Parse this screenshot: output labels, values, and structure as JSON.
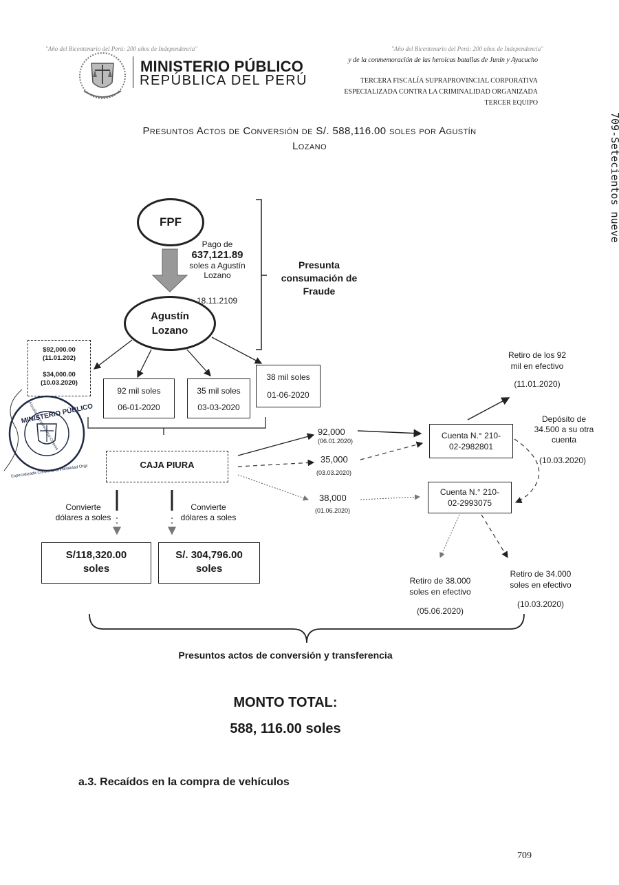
{
  "header": {
    "left_faint_line": "\"Año del Bicentenario del Perú: 200 años de Independencia\"",
    "ministry_name": "MINISTERIO PÚBLICO",
    "republic": "REPÚBLICA DEL PERÚ",
    "year_motto_1": "\"Año del Bicentenario del Perú: 200 años de Independencia\"",
    "year_motto_2": "y de la conmemoración de las heroicas batallas de Junín y Ayacucho",
    "office_1": "TERCERA FISCALÍA SUPRAPROVINCIAL CORPORATIVA",
    "office_2": "ESPECIALIZADA CONTRA LA CRIMINALIDAD ORGANIZADA",
    "office_3": "TERCER EQUIPO"
  },
  "side_annotation": "709-Setecientos nueve",
  "title_line_1": "Presuntos Actos de Conversión de S/. 588,116.00 soles por Agustín",
  "title_line_2": "Lozano",
  "diagram": {
    "fpf": "FPF",
    "payment_prefix": "Pago de",
    "payment_amount": "637,121.89",
    "payment_suffix_1": "soles a Agustín",
    "payment_suffix_2": "Lozano",
    "payment_date": "18.11.2109",
    "agustin_1": "Agustín",
    "agustin_2": "Lozano",
    "fraud_1": "Presunta",
    "fraud_2": "consumación de",
    "fraud_3": "Fraude",
    "usd_box": {
      "amount_1": "$92,000.00",
      "date_1": "(11.01.202)",
      "amount_2": "$34,000.00",
      "date_2": "(10.03.2020)"
    },
    "box_92": {
      "label": "92 mil soles",
      "date": "06-01-2020"
    },
    "box_35": {
      "label": "35 mil soles",
      "date": "03-03-2020"
    },
    "box_38": {
      "label": "38 mil soles",
      "date": "01-06-2020"
    },
    "caja": "CAJA PIURA",
    "flow_92": {
      "amount": "92,000",
      "date": "(06.01.2020)"
    },
    "flow_35": {
      "amount": "35,000",
      "date": "(03.03.2020)"
    },
    "flow_38": {
      "amount": "38,000",
      "date": "(01.06.2020)"
    },
    "account_1": {
      "line_1": "Cuenta N.° 210-",
      "line_2": "02-2982801"
    },
    "account_2": {
      "line_1": "Cuenta N.° 210-",
      "line_2": "02-2993075"
    },
    "withdraw_92": {
      "line_1": "Retiro de los 92",
      "line_2": "mil en efectivo",
      "date": "(11.01.2020)"
    },
    "deposit": {
      "line_1": "Depósito de",
      "line_2": "34.500 a su otra",
      "line_3": "cuenta",
      "date": "(10.03.2020)"
    },
    "withdraw_38": {
      "line_1": "Retiro de 38.000",
      "line_2": "soles en efectivo",
      "date": "(05.06.2020)"
    },
    "withdraw_34": {
      "line_1": "Retiro de 34.000",
      "line_2": "soles en efectivo",
      "date": "(10.03.2020)"
    },
    "convert_1": {
      "line_1": "Convierte",
      "line_2": "dólares a soles"
    },
    "convert_2": {
      "line_1": "Convierte",
      "line_2": "dólares a soles"
    },
    "result_1": {
      "line_1": "S/118,320.00",
      "line_2": "soles"
    },
    "result_2": {
      "line_1": "S/. 304,796.00",
      "line_2": "soles"
    },
    "bracket_caption": "Presuntos actos de conversión y transferencia"
  },
  "stamp": {
    "ring_top": "MINISTERIO PÚBLICO",
    "ring_bottom": "Especializada Contra la Criminalidad Organizada",
    "inner": "Fiscalía Supraprovincial Corporativa"
  },
  "total_label": "MONTO TOTAL:",
  "total_amount": "588, 116.00 soles",
  "section_heading": "a.3. Recaídos en la compra de vehículos",
  "page_number": "709"
}
